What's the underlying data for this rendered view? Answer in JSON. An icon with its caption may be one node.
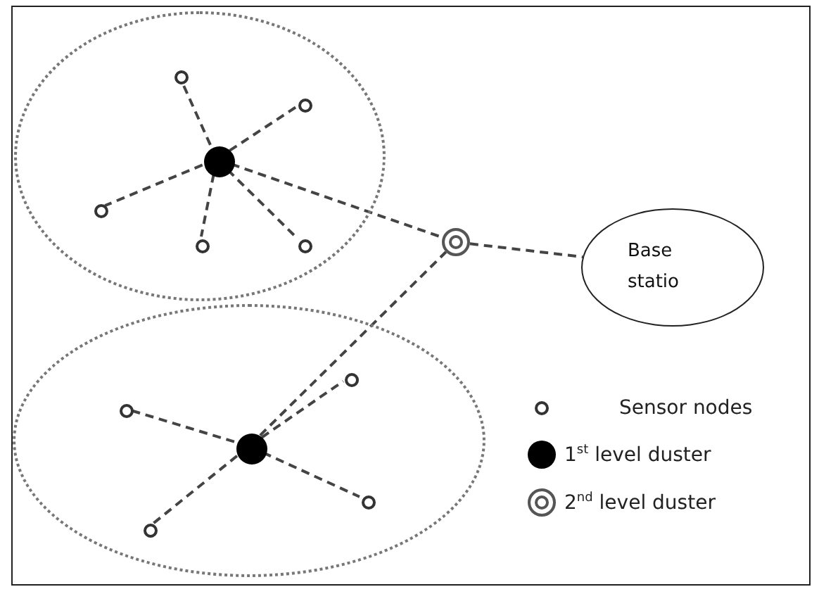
{
  "diagram": {
    "nodes": [
      {
        "text": [],
        "shape": "circle"
      },
      {
        "text": [],
        "shape": "circle",
        "in": 0
      },
      {
        "text": [],
        "shape": "circle",
        "in": 0
      },
      {
        "text": [],
        "shape": "circle",
        "in": 0
      },
      {
        "text": [],
        "shape": "circle",
        "in": 0
      },
      {
        "text": [],
        "shape": "circle",
        "in": 0
      },
      {
        "text": [],
        "shape": "circle",
        "in": 0
      },
      {
        "text": [],
        "shape": "circle"
      },
      {
        "text": [],
        "shape": "circle",
        "in": 7
      },
      {
        "text": [],
        "shape": "circle",
        "in": 7
      },
      {
        "text": [],
        "shape": "circle",
        "in": 7
      },
      {
        "text": [],
        "shape": "circle",
        "in": 7
      },
      {
        "text": [],
        "shape": "circle",
        "in": 7
      },
      {
        "text": [],
        "shape": "circle"
      },
      {
        "text": [
          "Base statio"
        ]
      }
    ],
    "edges": [
      {
        "from": 1,
        "to": 2,
        "arrow": "none",
        "style": "dashed"
      },
      {
        "from": 1,
        "to": 3,
        "arrow": "none",
        "style": "dashed"
      },
      {
        "from": 1,
        "to": 4,
        "arrow": "none",
        "style": "dashed"
      },
      {
        "from": 1,
        "to": 5,
        "arrow": "none",
        "style": "dashed"
      },
      {
        "from": 1,
        "to": 6,
        "arrow": "none",
        "style": "dashed"
      },
      {
        "from": 1,
        "to": 13,
        "arrow": "none",
        "style": "dashed"
      },
      {
        "from": 8,
        "to": 9,
        "arrow": "none",
        "style": "dashed"
      },
      {
        "from": 8,
        "to": 10,
        "arrow": "none",
        "style": "dashed"
      },
      {
        "from": 8,
        "to": 11,
        "arrow": "none",
        "style": "dashed"
      },
      {
        "from": 8,
        "to": 12,
        "arrow": "none",
        "style": "dashed"
      },
      {
        "from": 8,
        "to": 13,
        "arrow": "none",
        "style": "dashed"
      },
      {
        "from": 13,
        "to": 14,
        "arrow": "none",
        "style": "dashed"
      }
    ],
    "legend": [
      {
        "text": "Sensor nodes"
      },
      {
        "text": "1$^{st}$ level duster"
      },
      {
        "text": "2$^{nd}$ level duster"
      }
    ]
  }
}
